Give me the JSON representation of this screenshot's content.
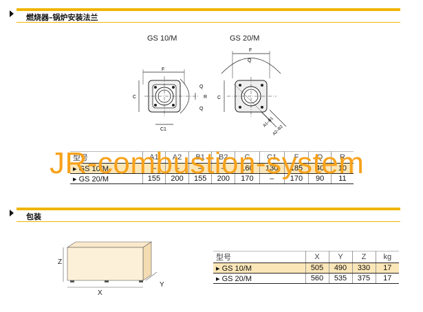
{
  "section1": {
    "title": "燃烧器–锅炉安装法兰"
  },
  "section2": {
    "title": "包装"
  },
  "diagrams": {
    "left_caption": "GS 10/M",
    "right_caption": "GS 20/M",
    "left_labels": {
      "F": "F",
      "C": "C",
      "C1": "C1",
      "Q_top": "Q",
      "R": "R",
      "Q_bot": "Q"
    },
    "right_labels": {
      "F": "F",
      "Q": "Q",
      "C": "C",
      "A1B1": "A1–B1",
      "A2B2": "A2–B2"
    }
  },
  "flange_table": {
    "headers": [
      "型号",
      "A1",
      "A2",
      "B1",
      "B2",
      "C",
      "C1",
      "F",
      "Q",
      "R"
    ],
    "rows": [
      {
        "model": "GS 10/M",
        "cells": [
          "–",
          "–",
          "–",
          "–",
          "160",
          "130",
          "185",
          "40",
          "10"
        ]
      },
      {
        "model": "GS 20/M",
        "cells": [
          "155",
          "200",
          "155",
          "200",
          "170",
          "–",
          "170",
          "90",
          "11"
        ]
      }
    ]
  },
  "package_box_labels": {
    "Z": "Z",
    "X": "X",
    "Y": "Y"
  },
  "package_table": {
    "headers": [
      "型号",
      "X",
      "Y",
      "Z",
      "kg"
    ],
    "rows": [
      {
        "model": "GS 10/M",
        "cells": [
          "505",
          "490",
          "330",
          "17"
        ]
      },
      {
        "model": "GS 20/M",
        "cells": [
          "560",
          "535",
          "375",
          "17"
        ]
      }
    ]
  },
  "watermark": "JR-combustion-system",
  "colors": {
    "accent": "#f0b400",
    "highlight": "#fbe6b8",
    "watermark": "#f7a21b",
    "box": "#fdf0d8"
  }
}
